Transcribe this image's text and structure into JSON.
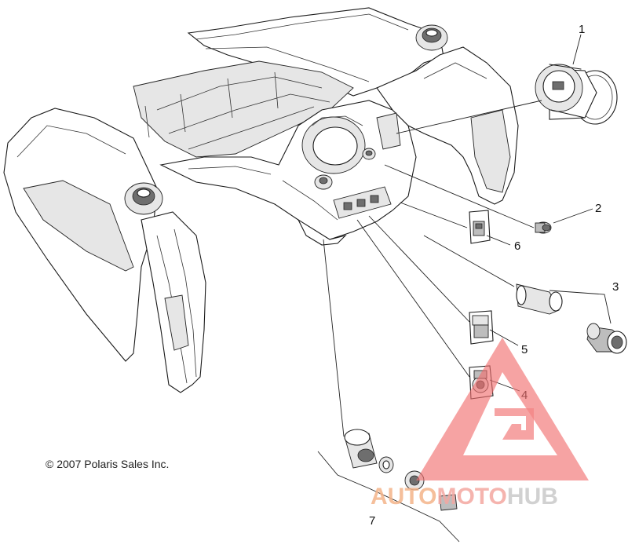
{
  "diagram": {
    "callouts": [
      {
        "id": "1",
        "label": "1"
      },
      {
        "id": "2",
        "label": "2"
      },
      {
        "id": "3",
        "label": "3"
      },
      {
        "id": "4",
        "label": "4"
      },
      {
        "id": "5",
        "label": "5"
      },
      {
        "id": "6",
        "label": "6"
      },
      {
        "id": "7",
        "label": "7"
      }
    ],
    "copyright": "© 2007 Polaris Sales Inc."
  },
  "watermark": {
    "text_auto": "AUTO",
    "text_moto": "MOTO",
    "text_hub": "HUB",
    "colors": {
      "auto": "#f4b48a",
      "moto": "#f4a7a1",
      "hub": "#c9c9c9",
      "triangle": "#f26f6f"
    }
  }
}
